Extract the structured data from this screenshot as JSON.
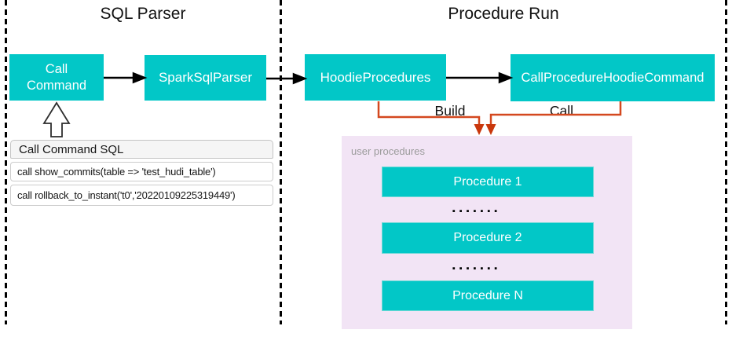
{
  "sections": {
    "sql_parser": {
      "title": "SQL Parser"
    },
    "procedure_run": {
      "title": "Procedure Run"
    }
  },
  "nodes": {
    "call_command": "Call Command",
    "spark_sql_parser": "SparkSqlParser",
    "hoodie_procedures": "HoodieProcedures",
    "call_procedure_hoodie_command": "CallProcedureHoodieCommand"
  },
  "edges": {
    "build_label": "Build",
    "call_label": "Call"
  },
  "sql_panel": {
    "title": "Call Command SQL",
    "rows": [
      "call show_commits(table => 'test_hudi_table')",
      "call rollback_to_instant('t0','20220109225319449')"
    ]
  },
  "procedures_panel": {
    "label": "user procedures",
    "items": [
      "Procedure 1",
      "Procedure 2",
      "Procedure N"
    ],
    "ellipsis": "▪▪▪▪▪▪▪"
  },
  "colors": {
    "teal": "#02c7c7",
    "pink": "#f2e4f5",
    "orange": "#d4481f",
    "orange_head": "#c9370c"
  }
}
